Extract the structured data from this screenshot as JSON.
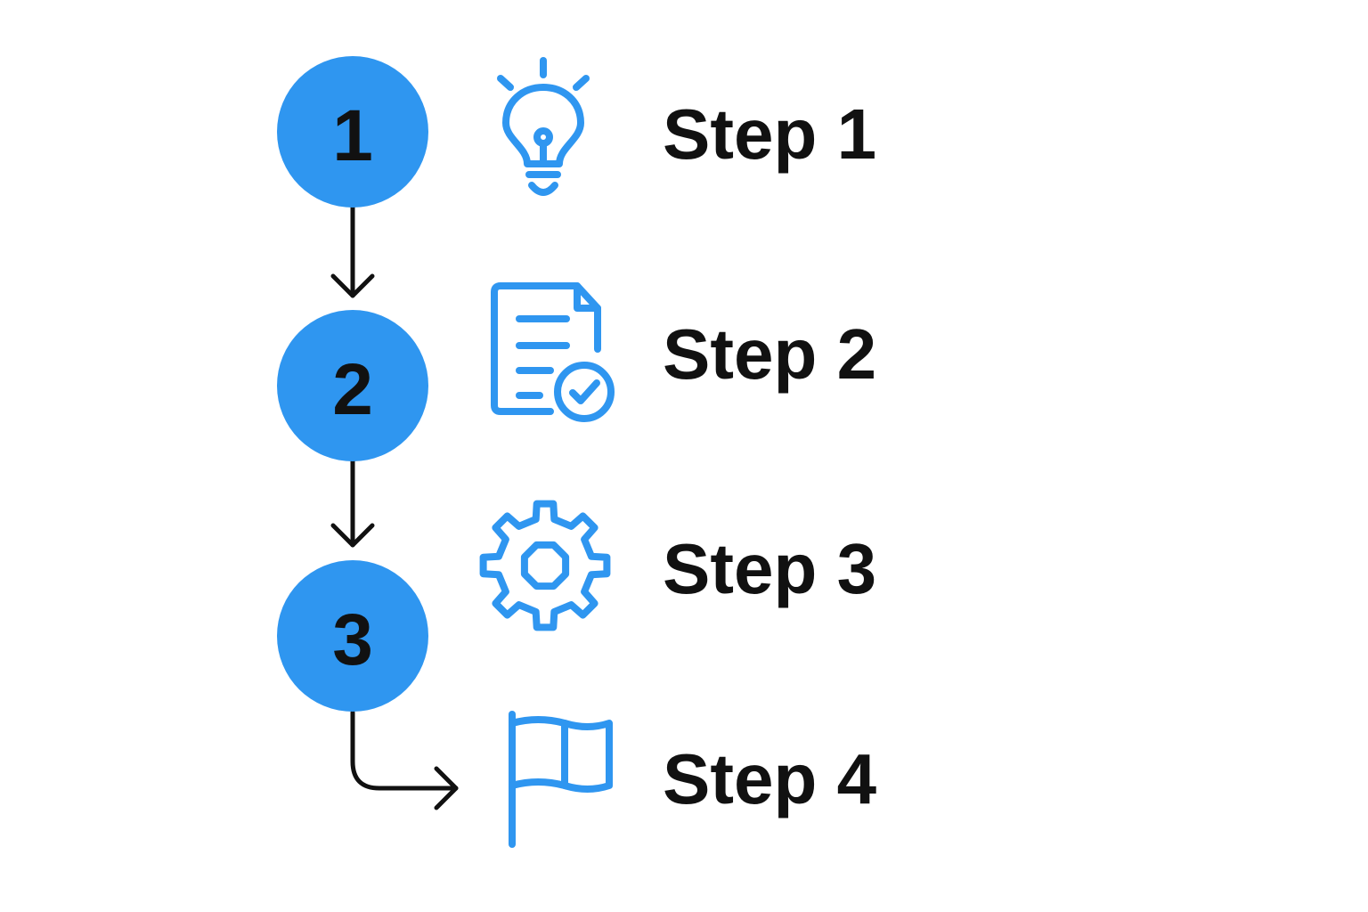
{
  "accent_color": "#2f96f0",
  "text_color": "#111111",
  "steps": [
    {
      "number": "1",
      "label": "Step 1",
      "icon": "lightbulb-icon"
    },
    {
      "number": "2",
      "label": "Step 2",
      "icon": "document-check-icon"
    },
    {
      "number": "3",
      "label": "Step 3",
      "icon": "gear-icon"
    },
    {
      "label": "Step 4",
      "icon": "flag-icon"
    }
  ]
}
